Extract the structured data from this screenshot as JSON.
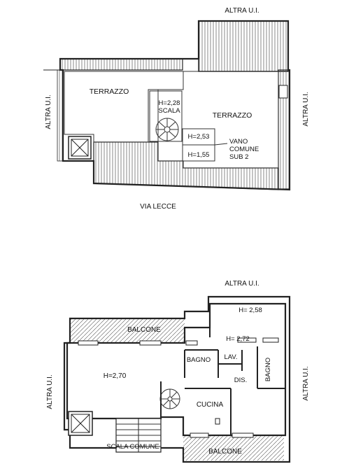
{
  "upper_plan": {
    "altra_top": "ALTRA U.I.",
    "altra_left": "ALTRA U.I.",
    "altra_right": "ALTRA U.I.",
    "terrazzo_left": "TERRAZZO",
    "terrazzo_right": "TERRAZZO",
    "scala_height": "H=2,28",
    "scala": "SCALA",
    "h_253": "H=2,53",
    "h_155": "H=1,55",
    "vano": "VANO",
    "comune": "COMUNE",
    "sub": "SUB 2",
    "via_lecce": "VIA LECCE"
  },
  "lower_plan": {
    "altra_top": "ALTRA U.I.",
    "altra_left": "ALTRA U.I.",
    "altra_right": "ALTRA U.I.",
    "h_258": "H= 2,58",
    "h_272": "H= 2,72",
    "balcone_top": "BALCONE",
    "bagno_left": "BAGNO",
    "lav": "LAV.",
    "bagno_right": "BAGNO",
    "h_270": "H=2,70",
    "dis": "DIS.",
    "cucina": "CUCINA",
    "scala_comune": "SCALA COMUNE",
    "balcone_bottom": "BALCONE"
  }
}
